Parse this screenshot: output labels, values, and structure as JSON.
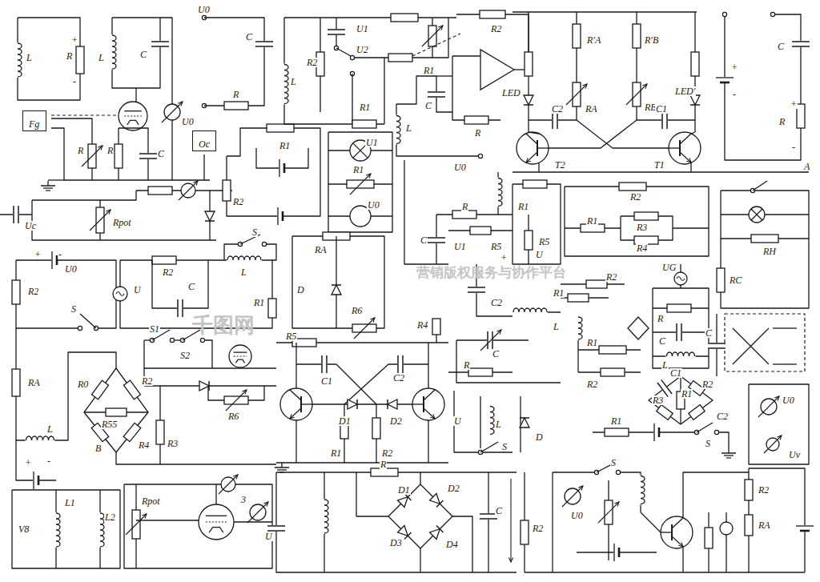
{
  "diagram": {
    "nodes": [
      {
        "text": [
          "Fg"
        ]
      },
      {
        "text": [
          "Oc"
        ]
      }
    ],
    "labels": [
      "L",
      "R",
      "+",
      "-",
      "L",
      "C",
      "U0",
      "U0",
      "C",
      "R",
      "R",
      "R",
      "C",
      "Uc",
      "Rpot",
      "L",
      "R2",
      "U1",
      "U2",
      "R1",
      "R1",
      "R2",
      "U1",
      "R1",
      "U0",
      "R2",
      "R1",
      "C",
      "L",
      "R",
      "U0",
      "LED",
      "R'A",
      "R'B",
      "RA",
      "RB",
      "LED'",
      "C2",
      "C1",
      "T2",
      "T1",
      "+",
      "-",
      "C",
      "+",
      "R",
      "-",
      "A",
      "+",
      "-",
      "U0",
      "R2",
      "S",
      "RA",
      "L",
      "+",
      "-",
      "S",
      "R2",
      "C",
      "L",
      "U",
      "R1",
      "RA",
      "D",
      "R6",
      "S1",
      "S2",
      "R5",
      "C1",
      "C2",
      "R4",
      "D1",
      "D2",
      "R1",
      "R2",
      "R6",
      "R3",
      "R0",
      "R2",
      "R55",
      "R4",
      "B",
      "R",
      "C",
      "U1",
      "R5",
      "R1",
      "R5",
      "+",
      "U",
      "C2",
      "R2",
      "R1",
      "L",
      "C",
      "R",
      "R1",
      "R2",
      "U",
      "L",
      "D",
      "S",
      "R1",
      "R2",
      "R3",
      "R4",
      "RC",
      "RH",
      "UG",
      "R",
      "C",
      "L",
      "C",
      "C1",
      "R3",
      "R1",
      "R2",
      "C2",
      "R1",
      "S",
      "U0",
      "Uv",
      "V8",
      "L1",
      "L2",
      "Rpot",
      "3",
      "U",
      "R",
      "D1",
      "D2",
      "D3",
      "D4",
      "C",
      "R2",
      "U0",
      "S",
      "R2",
      "RA",
      "千图网",
      "营销版权服务与协作平台"
    ]
  }
}
